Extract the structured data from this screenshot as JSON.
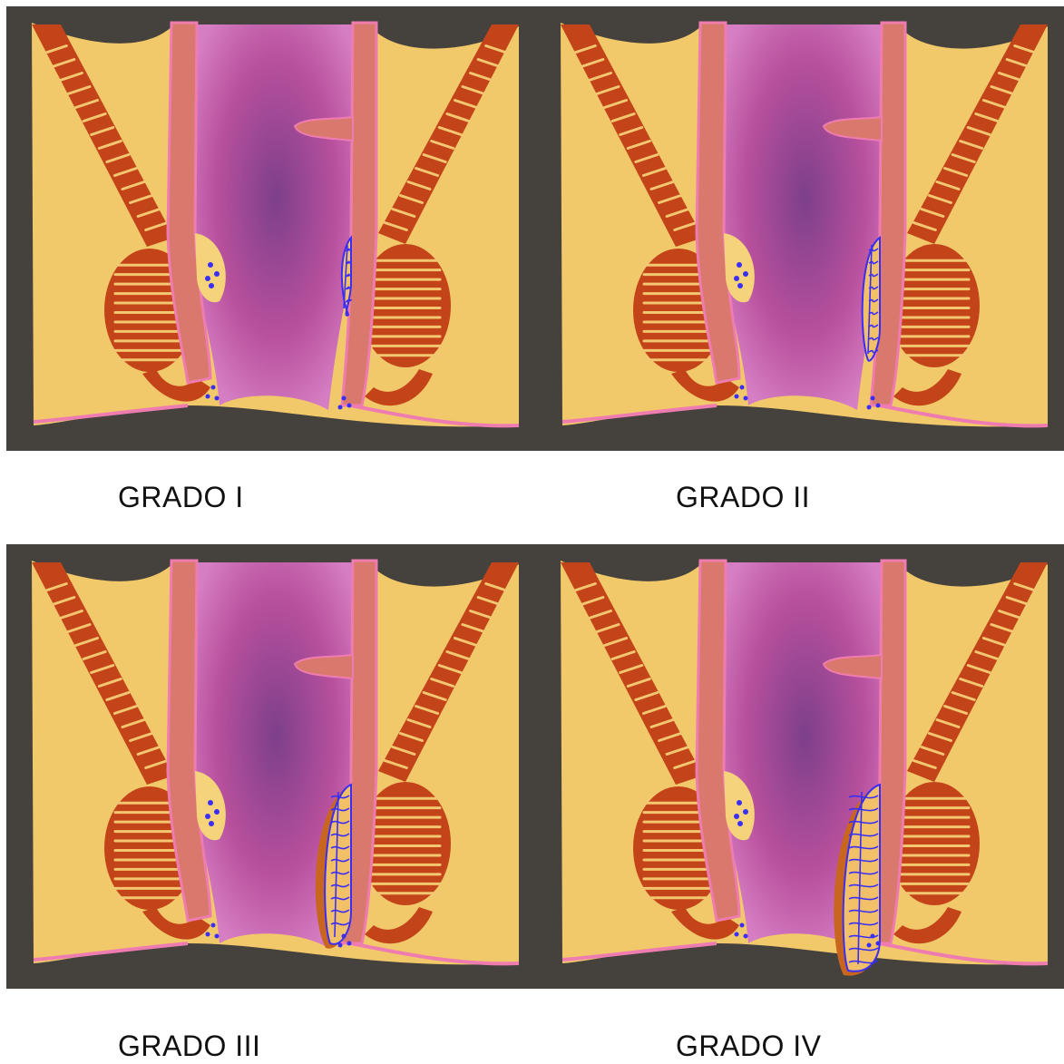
{
  "figure": {
    "panels": [
      {
        "caption": "GRADO I",
        "hemorrhoid_grade": 1
      },
      {
        "caption": "GRADO II",
        "hemorrhoid_grade": 2
      },
      {
        "caption": "GRADO III",
        "hemorrhoid_grade": 3
      },
      {
        "caption": "GRADO IV",
        "hemorrhoid_grade": 4
      }
    ],
    "colors": {
      "background": "#45413d",
      "fat": "#f1c86a",
      "muscle": "#c4441a",
      "muscle_stripe": "#f3c772",
      "mucosa": "#b8509d",
      "rectal_wall": "#d9786c",
      "lining": "#ef7cb0",
      "vessel": "#3a2ef5",
      "thrombosis": "#c8651f"
    }
  }
}
